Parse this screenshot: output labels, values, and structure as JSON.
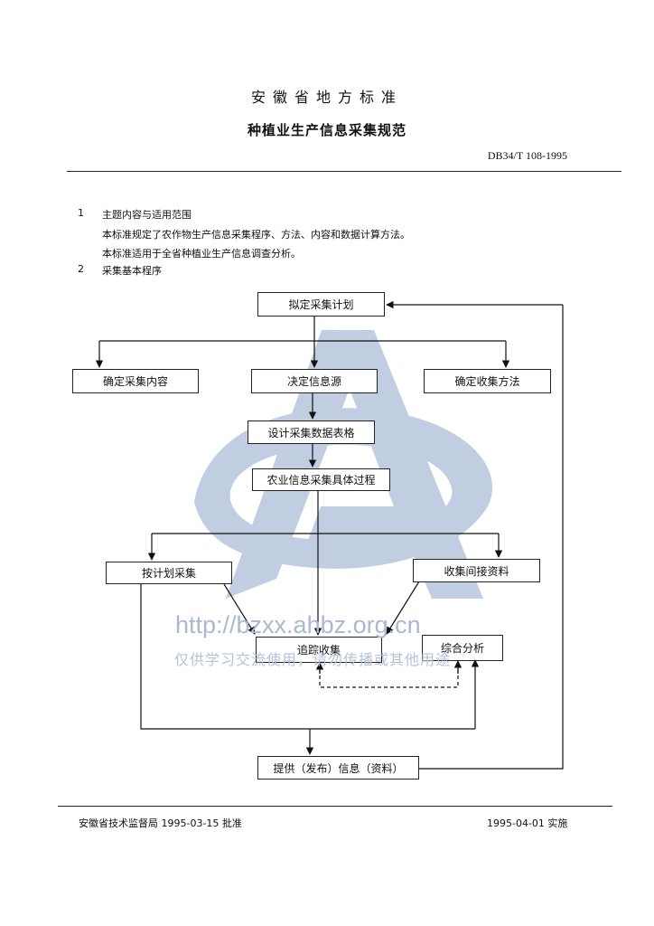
{
  "header": {
    "title": "安徽省地方标准",
    "subtitle": "种植业生产信息采集规范",
    "code": "DB34/T 108-1995"
  },
  "section1": {
    "number": "1",
    "heading": "主题内容与适用范围",
    "paragraphs": [
      "本标准规定了农作物生产信息采集程序、方法、内容和数据计算方法。",
      "本标准适用于全省种植业生产信息调查分析。"
    ]
  },
  "section2": {
    "number": "2",
    "heading": "采集基本程序"
  },
  "flowchart": {
    "plan": "拟定采集计划",
    "content": "确定采集内容",
    "source": "决定信息源",
    "method": "确定收集方法",
    "form": "设计采集数据表格",
    "process": "农业信息采集具体过程",
    "by_plan": "按计划采集",
    "indirect": "收集间接资料",
    "track": "追踪收集",
    "analysis": "综合分析",
    "provide": "提供（发布）信息（资料）"
  },
  "watermark": {
    "url": "http://bzxx.ahbz.org.cn",
    "note": "仅供学习交流使用，请勿传播或其他用途"
  },
  "footer": {
    "approval": "安徽省技术监督局 1995-03-15 批准",
    "implement": "1995-04-01 实施"
  }
}
